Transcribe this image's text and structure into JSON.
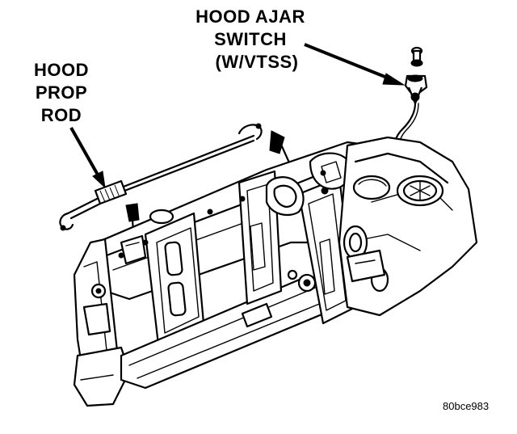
{
  "labels": {
    "hood_ajar_line1": "HOOD AJAR",
    "hood_ajar_line2": "SWITCH",
    "hood_ajar_line3": "(W/VTSS)",
    "hood_prop_line1": "HOOD",
    "hood_prop_line2": "PROP",
    "hood_prop_line3": "ROD"
  },
  "figure_code": "80bce983"
}
